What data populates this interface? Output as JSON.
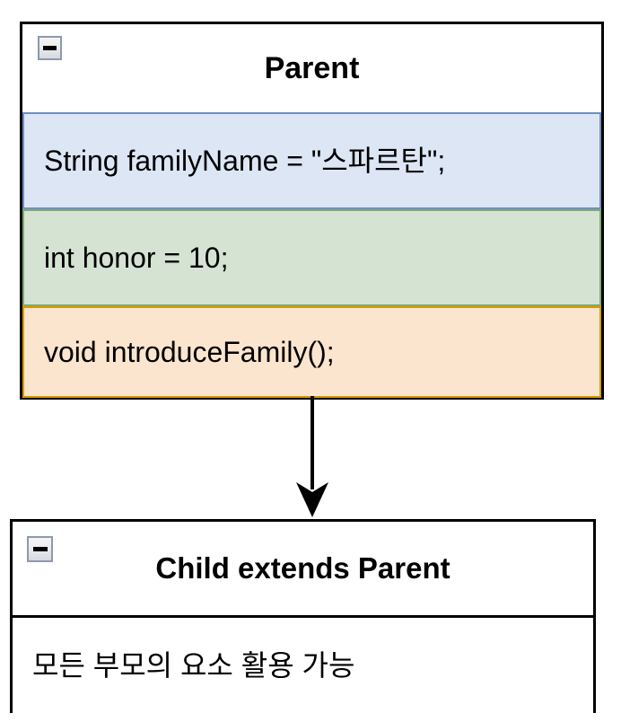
{
  "diagram": {
    "type": "uml-class-inheritance",
    "parent": {
      "title": "Parent",
      "collapse_icon": "minus-icon",
      "compartments": [
        {
          "name": "field-familyname",
          "text": "String familyName = \"스파르탄\";",
          "background": "#dce6f5",
          "border": "#6f8fc4"
        },
        {
          "name": "field-honor",
          "text": "int honor = 10;",
          "background": "#d5e4d2",
          "border": "#7fa971"
        },
        {
          "name": "method-introducefamily",
          "text": "void introduceFamily();",
          "background": "#fce5ce",
          "border": "#d79b00"
        }
      ]
    },
    "child": {
      "title": "Child extends Parent",
      "collapse_icon": "minus-icon",
      "compartments": [
        {
          "name": "note-inherits-all",
          "text": "모든 부모의 요소 활용 가능",
          "background": "#ffffff",
          "border": "#000000"
        }
      ]
    },
    "connector": {
      "name": "inheritance-arrow",
      "direction": "down",
      "from": "Parent",
      "to": "Child extends Parent",
      "color": "#000000"
    },
    "colors": {
      "box_border": "#000000",
      "box_background": "#ffffff",
      "text": "#000000",
      "icon_border": "#8d99ae"
    }
  }
}
